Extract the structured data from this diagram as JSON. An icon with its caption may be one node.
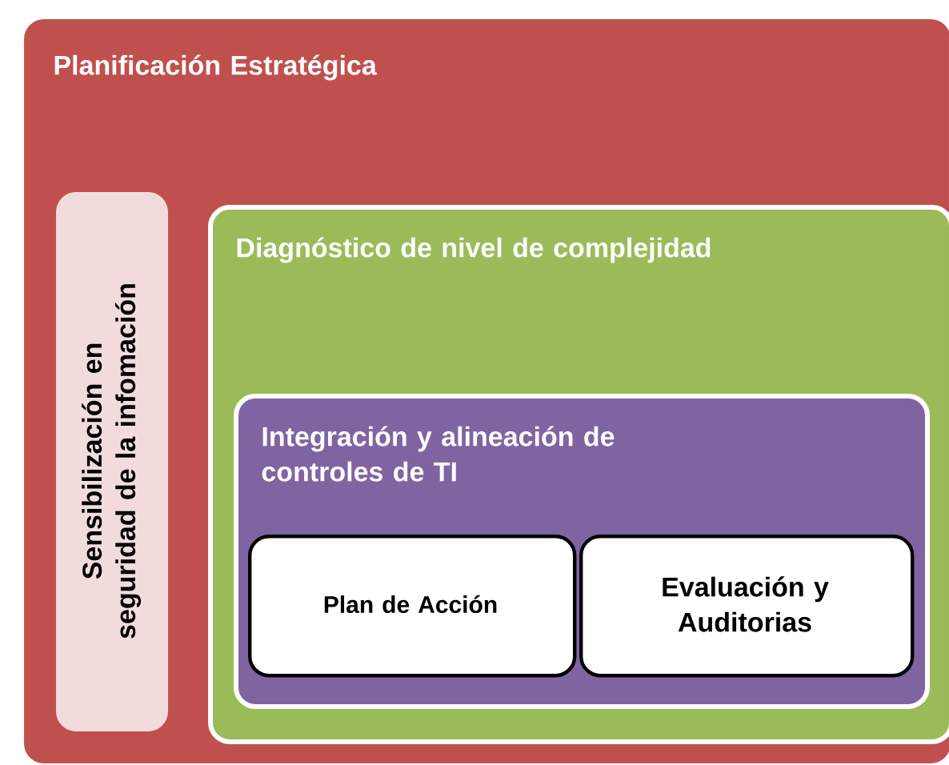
{
  "diagram": {
    "nodes": [
      {
        "text": [
          "Planificación Estratégica"
        ]
      },
      {
        "text": [
          "Sensibilización en seguridad de la infomación"
        ],
        "in": 0
      },
      {
        "text": [
          "Diagnóstico de nivel de complejidad"
        ],
        "in": 0
      },
      {
        "text": [
          "Integración y alineación de controles de TI"
        ],
        "in": 2
      },
      {
        "text": [
          "Plan de Acción"
        ],
        "in": 3
      },
      {
        "text": [
          "Evaluación y Auditorias"
        ],
        "in": 3
      }
    ]
  }
}
